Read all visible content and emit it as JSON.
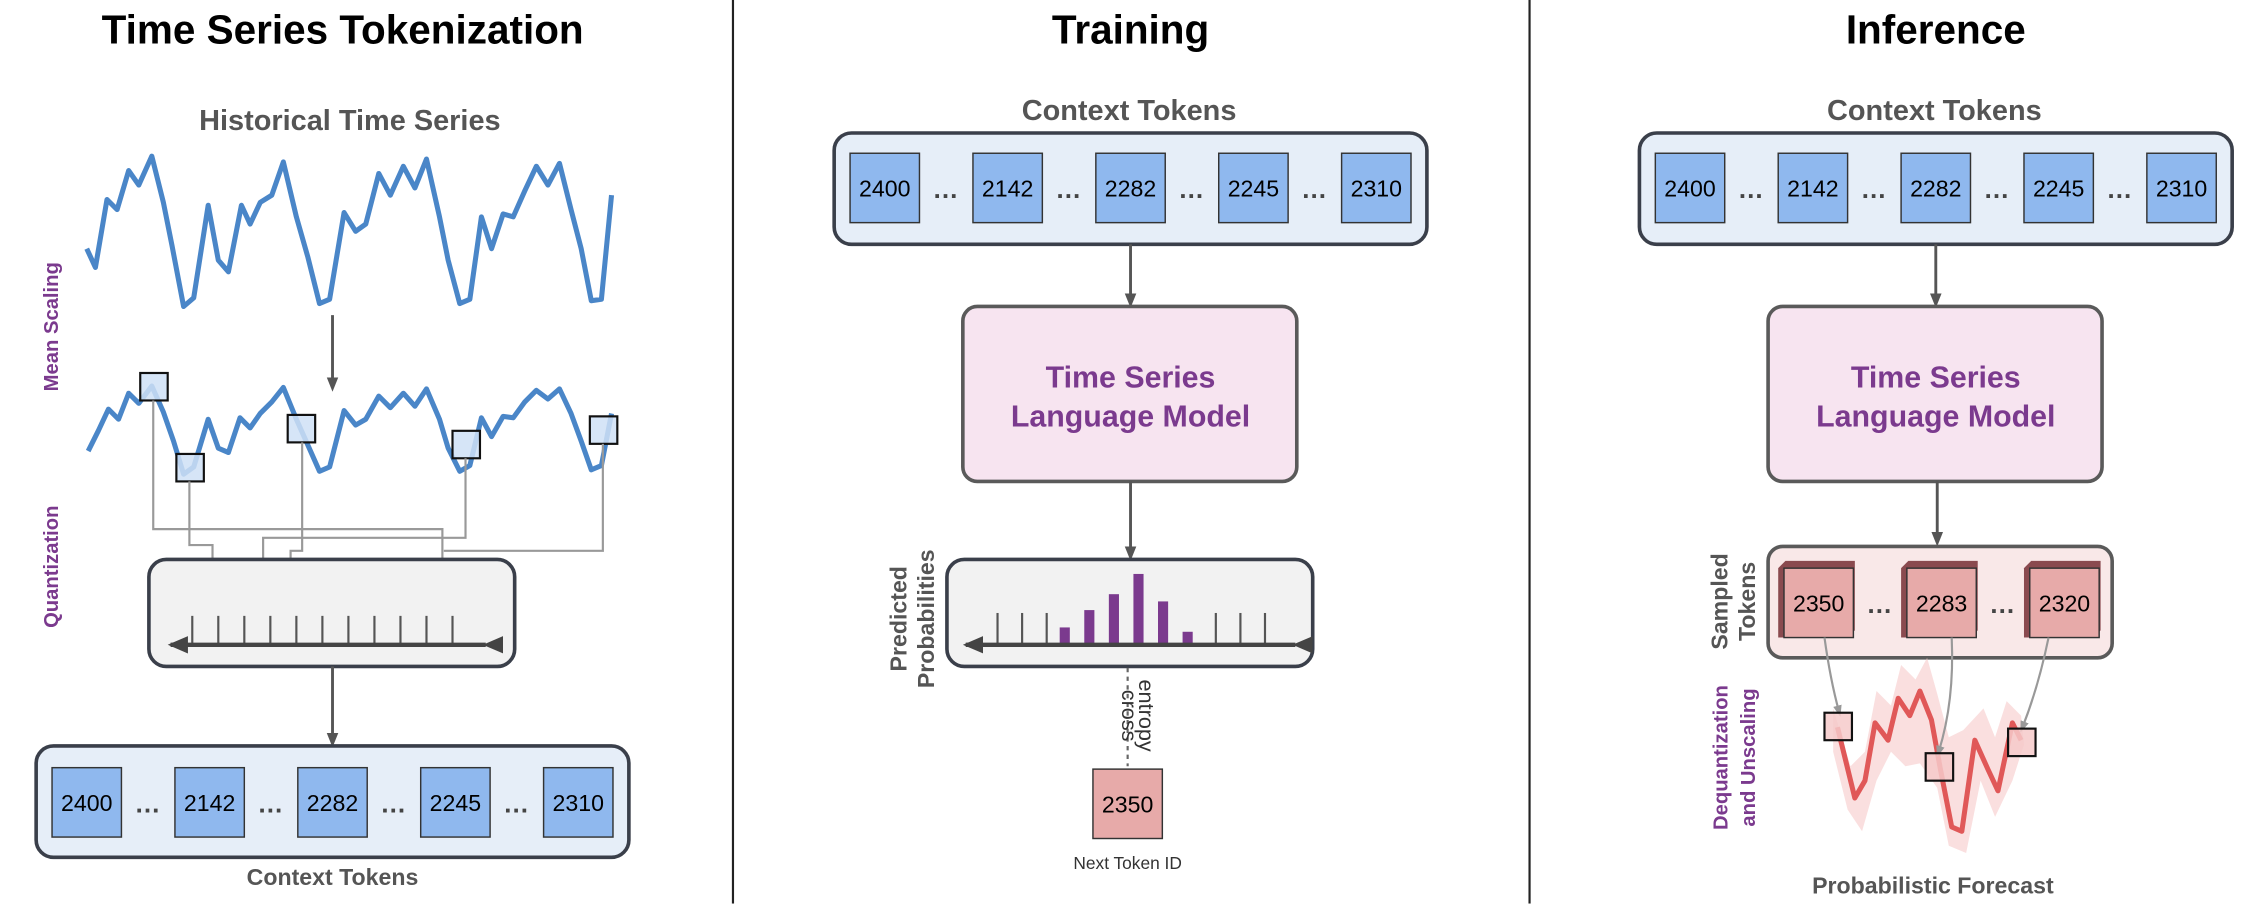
{
  "panels": {
    "tokenization": {
      "title": "Time Series Tokenization",
      "historical_label": "Historical Time Series",
      "mean_scaling_label": "Mean Scaling",
      "quantization_label": "Quantization",
      "context_label": "Context Tokens",
      "tokens": [
        "2400",
        "2142",
        "2282",
        "2245",
        "2310"
      ]
    },
    "training": {
      "title": "Training",
      "context_label": "Context Tokens",
      "tokens": [
        "2400",
        "2142",
        "2282",
        "2245",
        "2310"
      ],
      "model_line1": "Time Series",
      "model_line2": "Language Model",
      "predicted_line1": "Predicted",
      "predicted_line2": "Probabilities",
      "cross_line1": "cross",
      "cross_line2": "entropy",
      "next_token": "2350",
      "next_token_label": "Next Token ID"
    },
    "inference": {
      "title": "Inference",
      "context_label": "Context Tokens",
      "tokens": [
        "2400",
        "2142",
        "2282",
        "2245",
        "2310"
      ],
      "model_line1": "Time Series",
      "model_line2": "Language Model",
      "sampled_line1": "Sampled",
      "sampled_line2": "Tokens",
      "sampled_tokens": [
        "2350",
        "2283",
        "2320"
      ],
      "dequant_line1": "Dequantization",
      "dequant_line2": "and Unscaling",
      "forecast_label": "Probabilistic Forecast"
    }
  },
  "ellipsis": "…",
  "colors": {
    "series_blue": "#4a86c8",
    "token_blue": "#8fb8ee",
    "context_bg": "#e6eef8",
    "model_bg": "#f7e4f0",
    "purple": "#7b3a8e",
    "forecast_red": "#e05858",
    "sampled_token": "#e7aaa9"
  }
}
